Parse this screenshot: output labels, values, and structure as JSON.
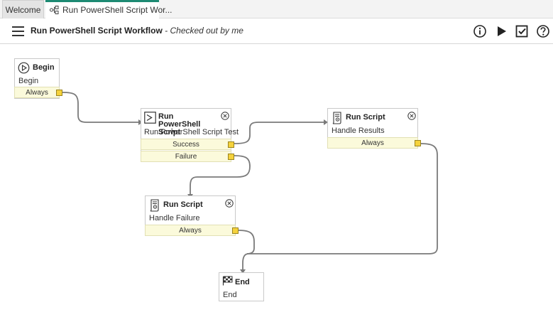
{
  "tabs": [
    {
      "label": "Welcome"
    },
    {
      "label": "Run PowerShell Script Wor..."
    }
  ],
  "header": {
    "title": "Run PowerShell Script Workflow",
    "subtitle": "- Checked out by me"
  },
  "icons": {
    "menu": "hamburger-menu-icon",
    "info": "info-icon",
    "run": "play-icon",
    "checkin": "checkbox-icon",
    "help": "help-icon"
  },
  "colors": {
    "tab_accent": "#1d8a73",
    "outlet_bg": "#fbfadb",
    "port": "#f5d23c",
    "connector": "#7a7a7a"
  },
  "nodes": {
    "begin": {
      "title": "Begin",
      "subtitle": "Begin",
      "outlets": [
        "Always"
      ]
    },
    "powershell": {
      "title": "Run PowerShell Script",
      "subtitle": "Run PowerShell Script Test",
      "outlets": [
        "Success",
        "Failure"
      ]
    },
    "handle_results": {
      "title": "Run Script",
      "subtitle": "Handle Results",
      "outlets": [
        "Always"
      ]
    },
    "handle_failure": {
      "title": "Run Script",
      "subtitle": "Handle Failure",
      "outlets": [
        "Always"
      ]
    },
    "end": {
      "title": "End",
      "subtitle": "End"
    }
  }
}
